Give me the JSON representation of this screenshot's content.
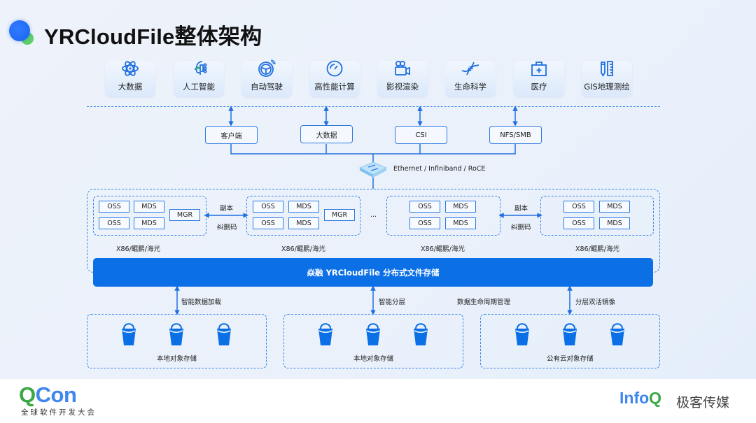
{
  "title": "YRCloudFile整体架构",
  "applications": [
    {
      "label": "大数据",
      "icon": "atom-icon"
    },
    {
      "label": "人工智能",
      "icon": "ai-head-icon"
    },
    {
      "label": "自动驾驶",
      "icon": "steering-wheel-icon"
    },
    {
      "label": "高性能计算",
      "icon": "speedometer-icon"
    },
    {
      "label": "影视渲染",
      "icon": "video-camera-icon"
    },
    {
      "label": "生命科学",
      "icon": "dna-icon"
    },
    {
      "label": "医疗",
      "icon": "medical-kit-icon"
    },
    {
      "label": "GIS地理测绘",
      "icon": "ruler-pencil-icon"
    }
  ],
  "protocols": [
    "客户端",
    "大数据",
    "CSI",
    "NFS/SMB"
  ],
  "network": {
    "label": "Ethernet / Infiniband / RoCE",
    "icon": "network-switch-icon"
  },
  "cluster": {
    "nodes": [
      {
        "services": [
          "OSS",
          "MDS",
          "OSS",
          "MDS"
        ],
        "mgr": "MGR",
        "platform": "X86/鲲鹏/海光"
      },
      {
        "services": [
          "OSS",
          "MDS",
          "OSS",
          "MDS"
        ],
        "mgr": "MGR",
        "platform": "X86/鲲鹏/海光"
      },
      {
        "services": [
          "OSS",
          "MDS",
          "OSS",
          "MDS"
        ],
        "platform": "X86/鲲鹏/海光"
      },
      {
        "services": [
          "OSS",
          "MDS",
          "OSS",
          "MDS"
        ],
        "platform": "X86/鲲鹏/海光"
      }
    ],
    "replication": {
      "top": "副本",
      "bottom": "纠删码"
    },
    "ellipsis": "..."
  },
  "main_bar": "焱融 YRCloudFile 分布式文件存储",
  "tiering": {
    "left": "智能数据加载",
    "middle": "智能分层",
    "lifecycle": "数据生命周期管理",
    "right": "分层双活镜像"
  },
  "storage_pools": [
    {
      "label": "本地对象存储",
      "buckets": 3
    },
    {
      "label": "本地对象存储",
      "buckets": 3
    },
    {
      "label": "公有云对象存储",
      "buckets": 3
    }
  ],
  "footer": {
    "qcon_q": "Q",
    "qcon_con": "Con",
    "qcon_sub": "全球软件开发大会",
    "infoq_info": "Info",
    "infoq_q": "Q",
    "infoq_cn": "极客传媒"
  },
  "colors": {
    "accent": "#0b6fe6",
    "line": "#1f6fe0",
    "dash": "#3d86e6",
    "qcon_green": "#3aa845",
    "qcon_blue": "#3f86f0"
  }
}
